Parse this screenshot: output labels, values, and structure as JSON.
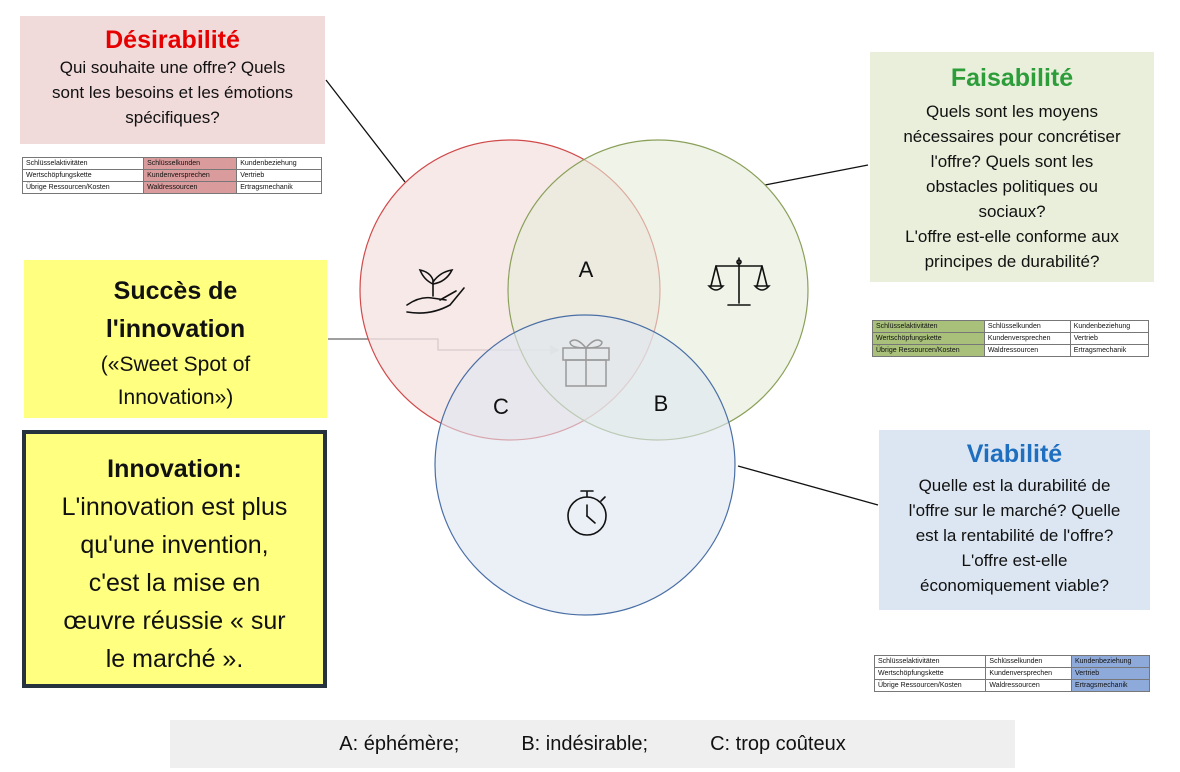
{
  "desirabilite": {
    "title": "Désirabilité",
    "lines": [
      "Qui souhaite une offre? Quels",
      "sont les besoins et les émotions",
      "spécifiques?"
    ]
  },
  "faisabilite": {
    "title": "Faisabilité",
    "lines": [
      "Quels sont les moyens",
      "nécessaires pour concrétiser",
      "l'offre? Quels sont les",
      "obstacles politiques ou",
      "sociaux?",
      "L'offre est-elle conforme aux",
      "principes de durabilité?"
    ]
  },
  "viabilite": {
    "title": "Viabilité",
    "lines": [
      "Quelle est la durabilité de",
      "l'offre sur le marché? Quelle",
      "est la rentabilité de l'offre?",
      "L'offre est-elle",
      "économiquement viable?"
    ]
  },
  "succes": {
    "line1": "Succès de",
    "line2": "l'innovation",
    "line3": "(«Sweet Spot of",
    "line4": "Innovation»)"
  },
  "innovation": {
    "title": "Innovation:",
    "lines": [
      "L'innovation est plus",
      "qu'une invention,",
      "c'est la mise en",
      "œuvre réussie « sur",
      "le marché »."
    ]
  },
  "venn": {
    "label_a": "A",
    "label_b": "B",
    "label_c": "C",
    "colors": {
      "desirability": "#f6e4e4",
      "desirability_stroke": "#d04a4a",
      "feasibility": "#e6ecd8",
      "feasibility_stroke": "#8aa05a",
      "viability": "#dde6f2",
      "viability_stroke": "#4a6fa5"
    },
    "icons": [
      "plant-hand-icon",
      "scales-icon",
      "stopwatch-icon",
      "gift-icon"
    ]
  },
  "canvas": {
    "rows": [
      [
        "Schlüsselaktivitäten",
        "Schlüsselkunden",
        "Kundenbeziehung"
      ],
      [
        "Wertschöpfungskette",
        "Kundenversprechen",
        "Vertrieb"
      ],
      [
        "Übrige Ressourcen/Kosten",
        "Waldressourcen",
        "Ertragsmechanik"
      ]
    ]
  },
  "legend": {
    "a": "A: éphémère;",
    "b": "B: indésirable;",
    "c": "C: trop coûteux"
  }
}
